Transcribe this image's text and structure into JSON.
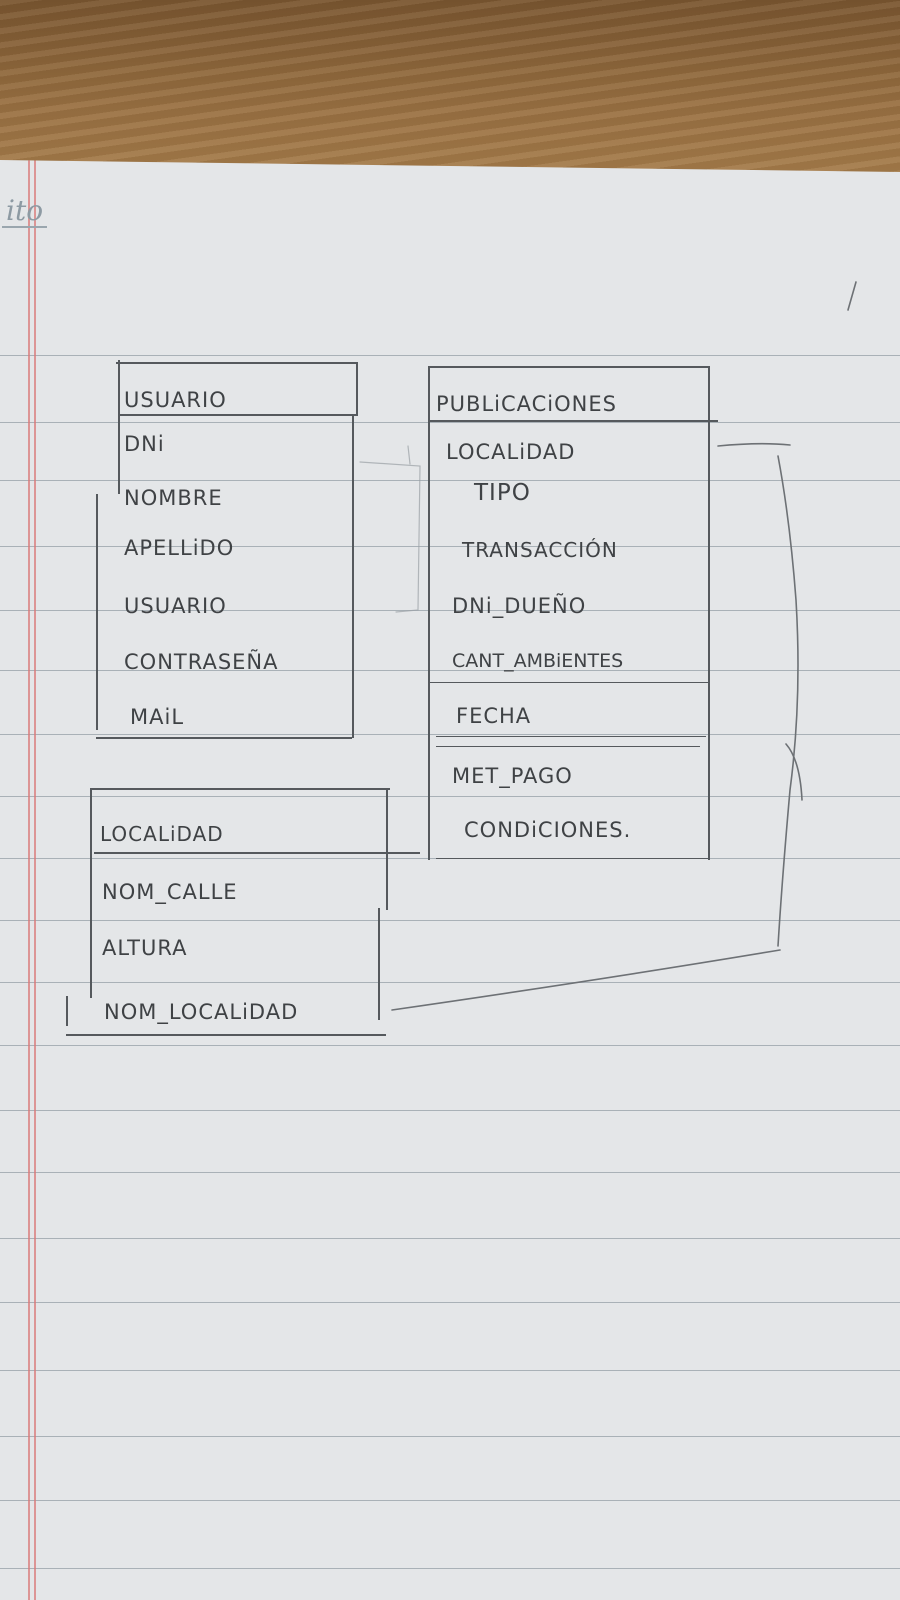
{
  "margin_note": "ito",
  "tables": {
    "usuario": {
      "title": "USUARIO",
      "fields": [
        "DNi",
        "NOMBRE",
        "APELLiDO",
        "USUARIO",
        "CONTRASEÑA",
        "MAiL"
      ]
    },
    "publicaciones": {
      "title": "PUBLiCACiONES",
      "fields": [
        "LOCALiDAD",
        "TIPO",
        "TRANSACCIÓN",
        "DNi_DUEÑO",
        "CANT_AMBiENTES",
        "FECHA",
        "MET_PAGO",
        "CONDiCIONES."
      ]
    },
    "localidad": {
      "title": "LOCALiDAD",
      "fields": [
        "NOM_CALLE",
        "ALTURA",
        "NOM_LOCALiDAD"
      ]
    }
  },
  "colors": {
    "pencil": "#3f4245",
    "paper": "#e4e6e8",
    "rule": "#a9b1b7",
    "margin": "#d97a7a",
    "wood": "#9a7142"
  }
}
